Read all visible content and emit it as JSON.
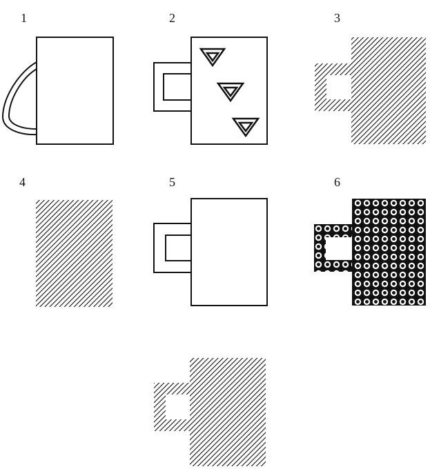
{
  "figures": [
    {
      "label": "1",
      "type": "curved-handle-mug",
      "pattern": "plain",
      "handle_pattern": "plain"
    },
    {
      "label": "2",
      "type": "square-handle-mug",
      "pattern": "triangles",
      "handle_pattern": "plain"
    },
    {
      "label": "3",
      "type": "square-handle-mug",
      "pattern": "hatched",
      "handle_pattern": "hatched"
    },
    {
      "label": "4",
      "type": "body-only",
      "pattern": "hatched",
      "handle_pattern": "none"
    },
    {
      "label": "5",
      "type": "square-handle-mug",
      "pattern": "plain",
      "handle_pattern": "plain"
    },
    {
      "label": "6",
      "type": "square-handle-mug",
      "pattern": "rings",
      "handle_pattern": "rings"
    },
    {
      "label": "",
      "type": "square-handle-mug",
      "pattern": "hatched",
      "handle_pattern": "hatched"
    }
  ],
  "colors": {
    "ink": "#111111",
    "background": "#ffffff"
  }
}
